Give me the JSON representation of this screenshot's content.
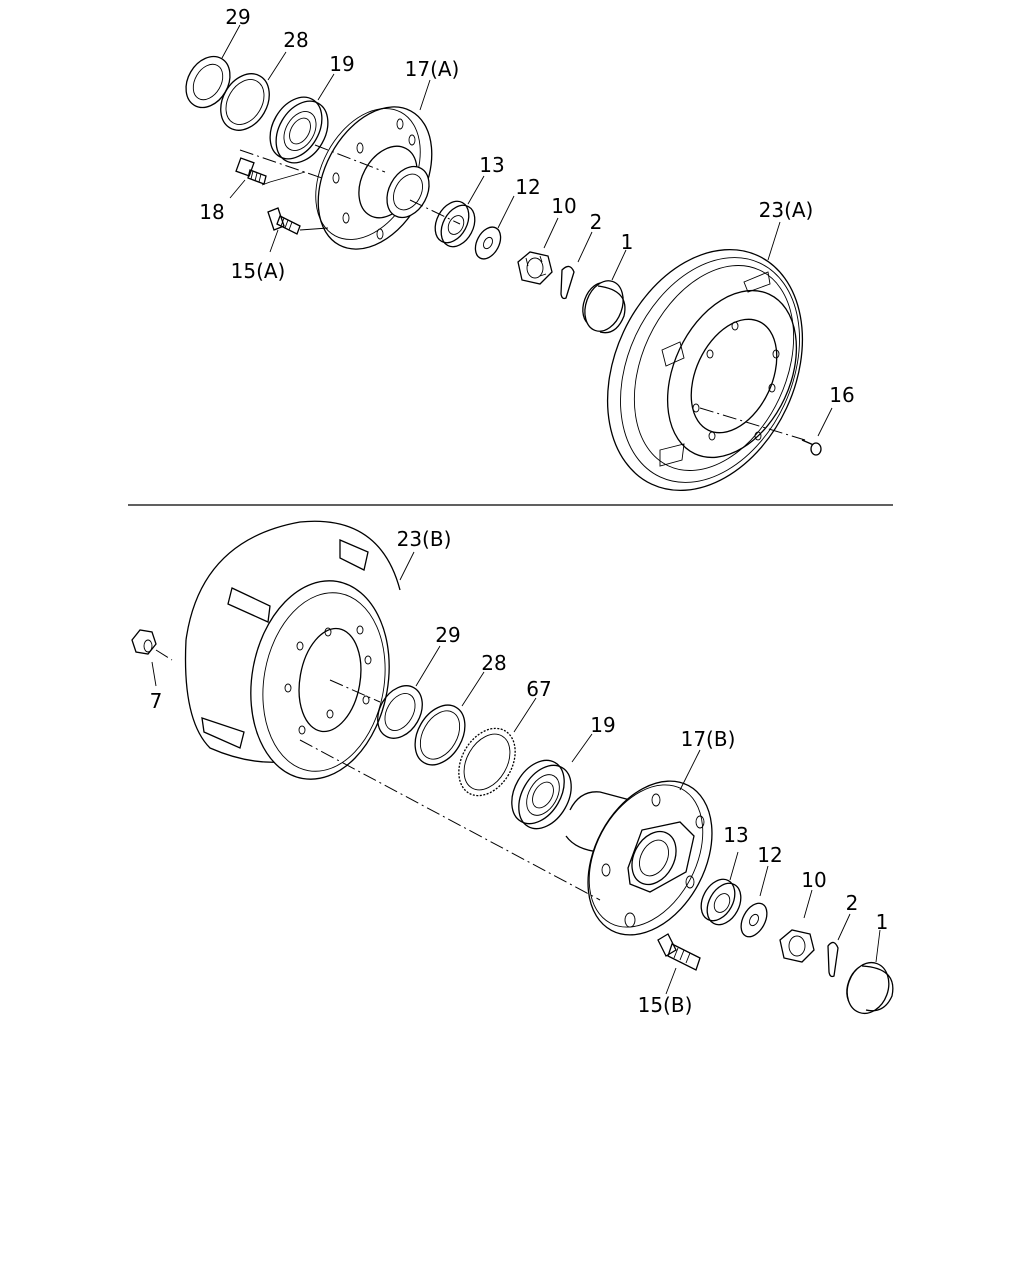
{
  "labels": {
    "top_29": "29",
    "top_28": "28",
    "top_19": "19",
    "top_17a": "17(A)",
    "top_18": "18",
    "top_15a": "15(A)",
    "top_13": "13",
    "top_12": "12",
    "top_10": "10",
    "top_2": "2",
    "top_1": "1",
    "top_23a": "23(A)",
    "top_16": "16",
    "bot_23b": "23(B)",
    "bot_7": "7",
    "bot_29": "29",
    "bot_28": "28",
    "bot_67": "67",
    "bot_19": "19",
    "bot_17b": "17(B)",
    "bot_13": "13",
    "bot_12": "12",
    "bot_10": "10",
    "bot_2": "2",
    "bot_1": "1",
    "bot_15b": "15(B)"
  }
}
